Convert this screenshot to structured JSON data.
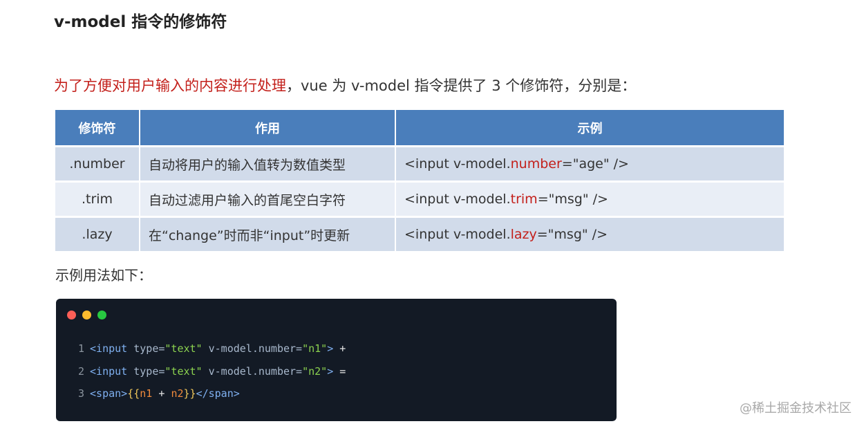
{
  "title": "v-model 指令的修饰符",
  "intro": {
    "highlight": "为了方便对用户输入的内容进行处理",
    "rest": "，vue 为 v-model 指令提供了 3 个修饰符，分别是："
  },
  "table": {
    "headers": [
      "修饰符",
      "作用",
      "示例"
    ],
    "rows": [
      {
        "modifier": ".number",
        "effect": "自动将用户的输入值转为数值类型",
        "ex_pre": "<input v-model.",
        "ex_key": "number",
        "ex_post": "=\"age\" />"
      },
      {
        "modifier": ".trim",
        "effect": "自动过滤用户输入的首尾空白字符",
        "ex_pre": "<input v-model.",
        "ex_key": "trim",
        "ex_post": "=\"msg\" />"
      },
      {
        "modifier": ".lazy",
        "effect": "在“change”时而非“input”时更新",
        "ex_pre": "<input v-model.",
        "ex_key": "lazy",
        "ex_post": "=\"msg\" />"
      }
    ]
  },
  "subheading": "示例用法如下：",
  "code": {
    "lines": [
      {
        "num": "1",
        "open": "<input",
        "attr1": "type=",
        "val1": "\"text\"",
        "attr2": "v-model.number=",
        "val2": "\"n1\"",
        "close": ">",
        "op": "+"
      },
      {
        "num": "2",
        "open": "<input",
        "attr1": "type=",
        "val1": "\"text\"",
        "attr2": "v-model.number=",
        "val2": "\"n2\"",
        "close": ">",
        "op": "="
      }
    ],
    "line3": {
      "num": "3",
      "open": "<span>",
      "lb": "{{",
      "a": "n1",
      "plus": "+",
      "b": "n2",
      "rb": "}}",
      "close": "</span>"
    }
  },
  "watermark": "@稀土掘金技术社区",
  "colors": {
    "header_bg": "#4a7ebb",
    "highlight_red": "#c3201b",
    "code_bg": "#131a25"
  }
}
